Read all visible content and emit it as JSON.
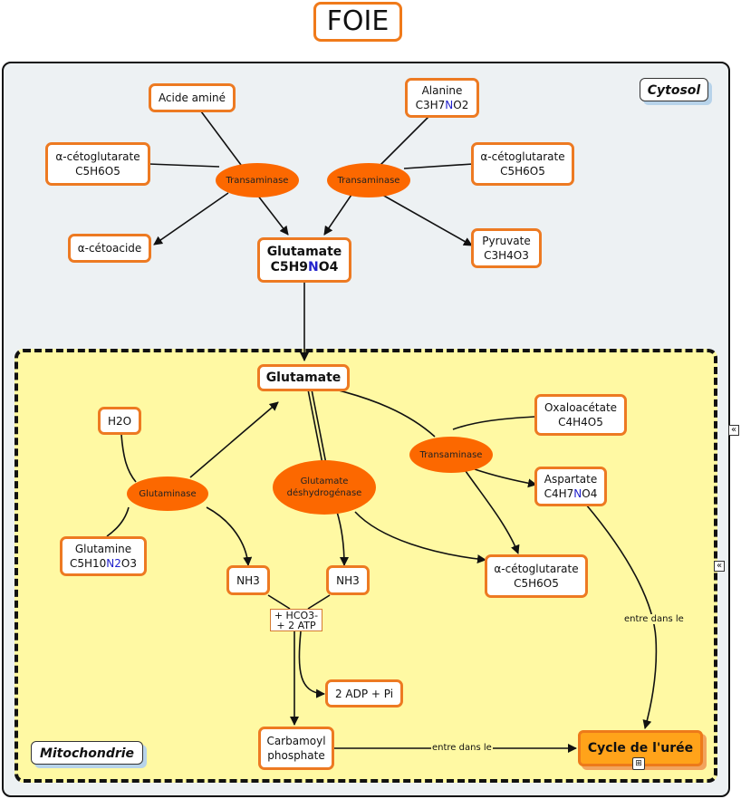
{
  "title": "FOIE",
  "regions": {
    "cytosol": "Cytosol",
    "mitochondrie": "Mitochondrie"
  },
  "nodes": {
    "acide_amine": "Acide aminé",
    "akg_left": {
      "name": "α-cétoglutarate",
      "formula": "C5H6O5"
    },
    "cetoacide": "α-cétoacide",
    "alanine": {
      "name": "Alanine",
      "formula_pre": "C3H7",
      "formula_n": "N",
      "formula_post": "O2"
    },
    "akg_right": {
      "name": "α-cétoglutarate",
      "formula": "C5H6O5"
    },
    "pyruvate": {
      "name": "Pyruvate",
      "formula": "C3H4O3"
    },
    "glutamate_cyto": {
      "name": "Glutamate",
      "formula_pre": "C5H9",
      "formula_n": "N",
      "formula_post": "O4"
    },
    "glutamate_mito": "Glutamate",
    "h2o": "H2O",
    "glutamine": {
      "name": "Glutamine",
      "formula_pre": "C5H10",
      "formula_n": "N2",
      "formula_post": "O3"
    },
    "nh3_a": "NH3",
    "nh3_b": "NH3",
    "hco3_l1": "+ HCO3-",
    "hco3_l2": "+ 2 ATP",
    "adp": "2 ADP + Pi",
    "carbamoyl_l1": "Carbamoyl",
    "carbamoyl_l2": "phosphate",
    "oxaloacetate": {
      "name": "Oxaloacétate",
      "formula": "C4H4O5"
    },
    "aspartate": {
      "name": "Aspartate",
      "formula_pre": "C4H7",
      "formula_n": "N",
      "formula_post": "O4"
    },
    "akg_mito": {
      "name": "α-cétoglutarate",
      "formula": "C5H6O5"
    },
    "uree": "Cycle de l'urée"
  },
  "enzymes": {
    "trans_left": "Transaminase",
    "trans_right": "Transaminase",
    "glutaminase": "Glutaminase",
    "gdh_l1": "Glutamate",
    "gdh_l2": "déshydrogénase",
    "trans_mito": "Transaminase"
  },
  "link_labels": {
    "entre_1": "entre dans le",
    "entre_2": "entre dans le"
  },
  "icons": {
    "collapse": "«",
    "map": "⊞"
  },
  "colors": {
    "orange_border": "#ed7a22",
    "enzyme": "#fc6800",
    "mito_bg": "#fff9a3",
    "cyto_bg": "#edf1f3",
    "nitrogen": "#2222cc"
  }
}
